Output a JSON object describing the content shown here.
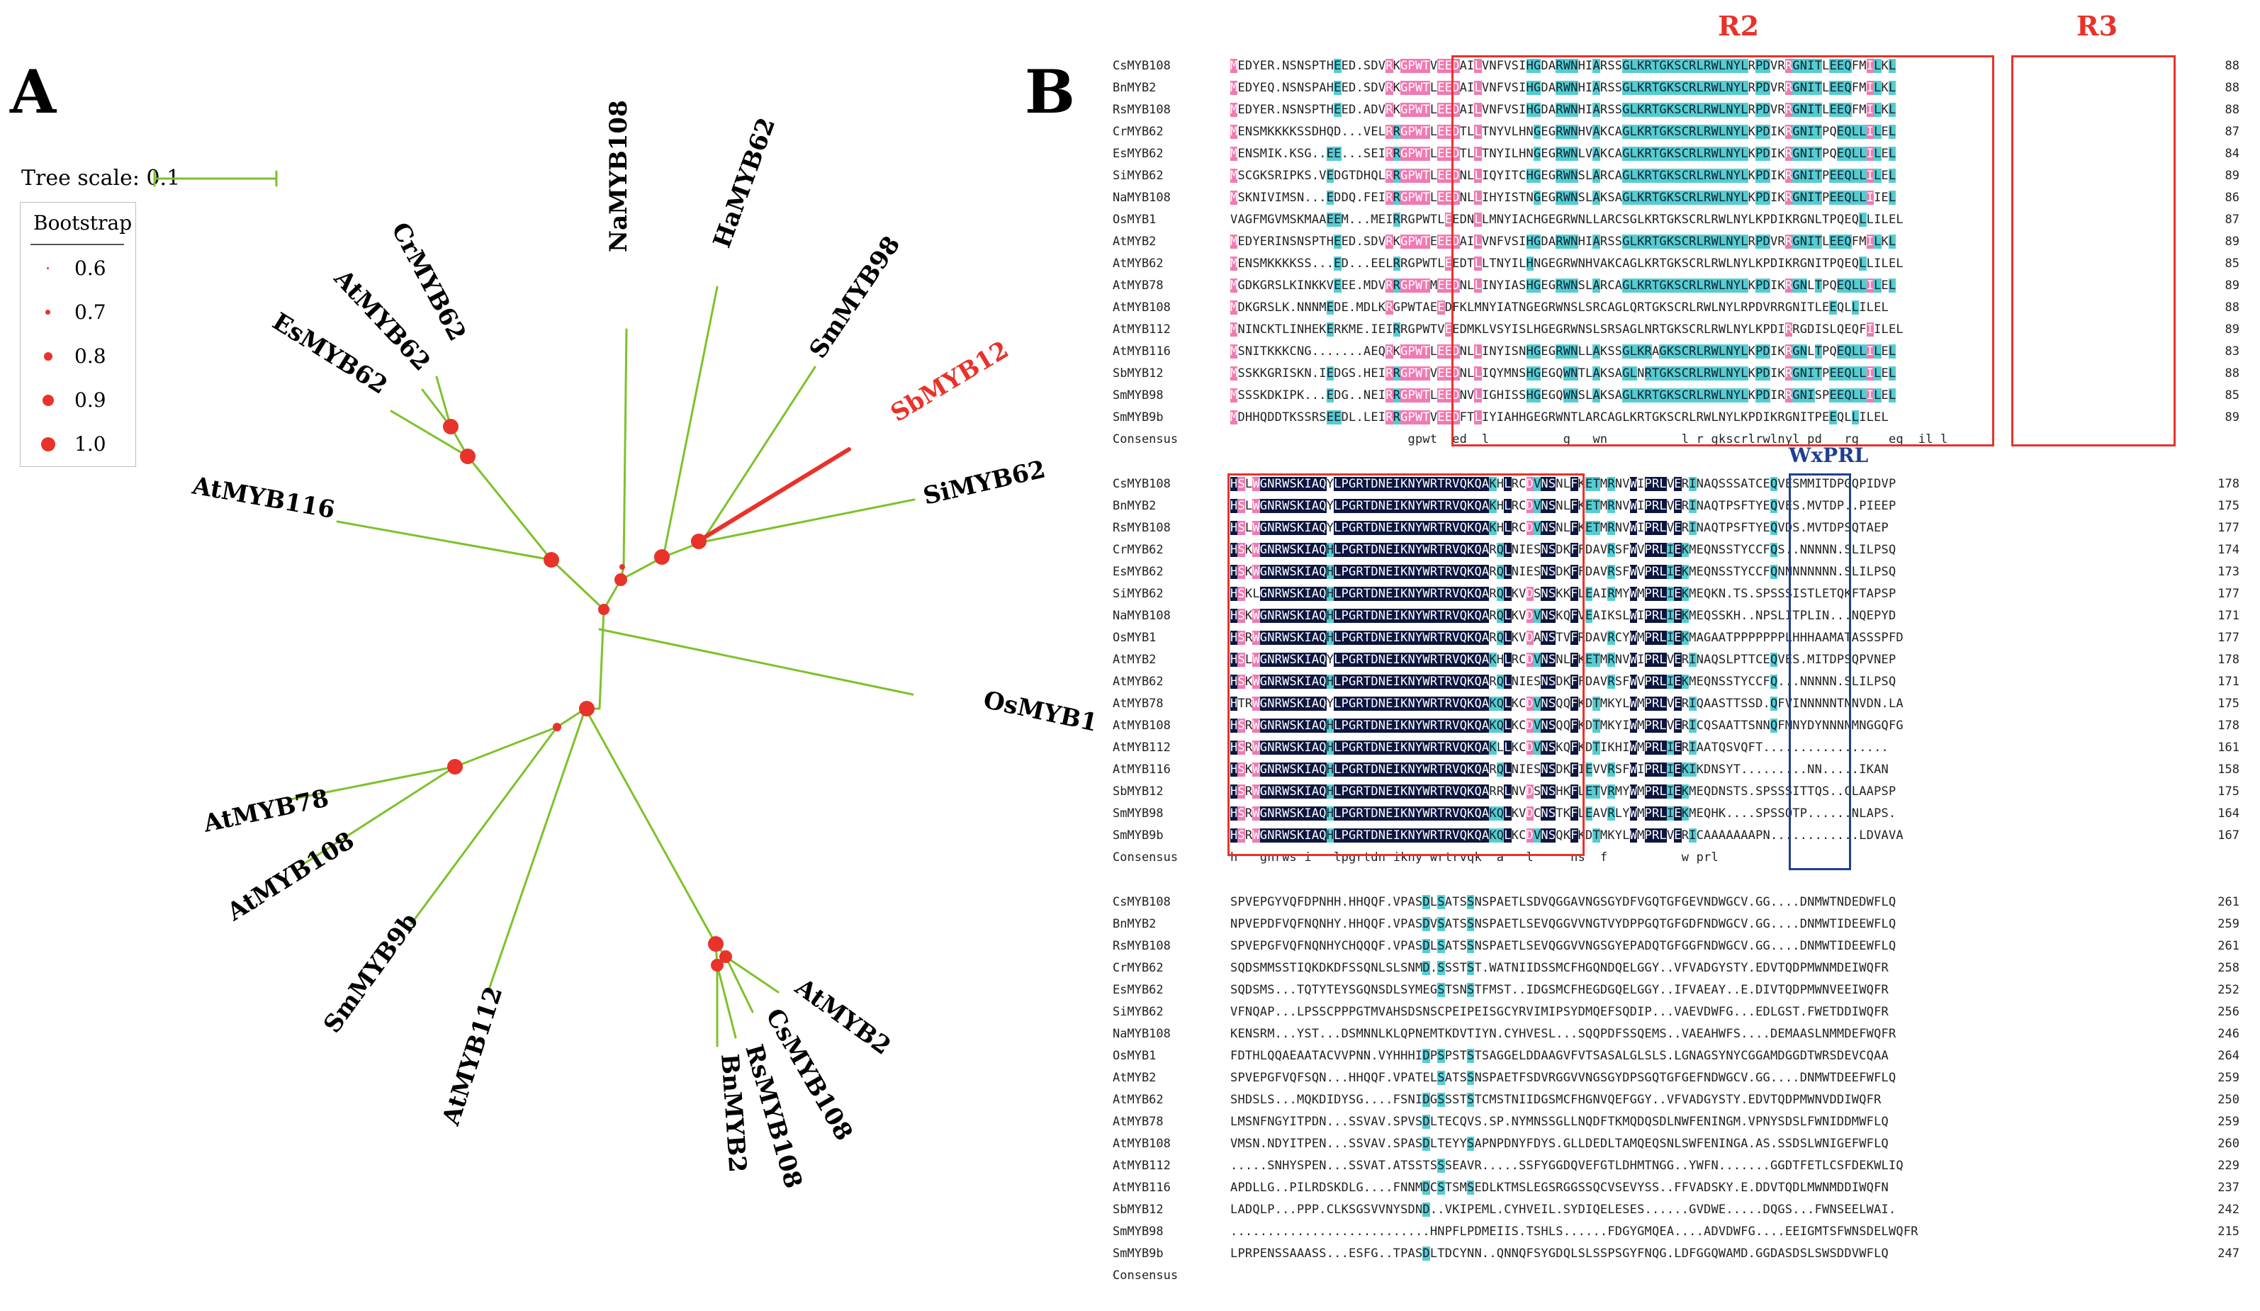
{
  "panel_a": {
    "letter": "A",
    "tree_scale_label": "Tree scale: 0.1",
    "bootstrap": {
      "title": "Bootstrap",
      "levels": [
        "0.6",
        "0.7",
        "0.8",
        "0.9",
        "1.0"
      ]
    },
    "leaves": [
      "NaMYB108",
      "HaMYB62",
      "SmMYB98",
      "SbMYB12",
      "SiMYB62",
      "CrMYB62",
      "AtMYB62",
      "EsMYB62",
      "AtMYB116",
      "OsMYB1",
      "AtMYB78",
      "AtMYB108",
      "SmMYB9b",
      "AtMYB112",
      "AtMYB2",
      "CsMYB108",
      "RsMYB108",
      "BnMYB2"
    ],
    "highlighted_leaf": "SbMYB12",
    "colors": {
      "branch": "#7dc22a",
      "highlight": "#e8322a",
      "node": "#e8322a"
    }
  },
  "panel_b": {
    "letter": "B",
    "region_labels": [
      "R2",
      "R3"
    ],
    "motif_label": "WxPRL",
    "consensus_label": "Consensus",
    "colors": {
      "identical": "#0d1640",
      "high": "#f07ab2",
      "partial": "#55cdd0",
      "frame": "#e8322a",
      "motif_frame": "#1f3f8f"
    },
    "blocks": [
      {
        "rows": [
          {
            "name": "CsMYB108",
            "seq": "MEDYER.NSNSPTHEED.SDVRKGPWTVEEDAILVNFVSIHGDARWNHIARSSGLKRTGKSCRLRWLNYLRPDVRRGNITLEEQFMILKL",
            "num": "88"
          },
          {
            "name": "BnMYB2",
            "seq": "MEDYEQ.NSNSPAHEED.SDVRKGPWTLEEDAILVNFVSIHGDARWNHIARSSGLKRTGKSCRLRWLNYLRPDVRRGNITLEEQFMILKL",
            "num": "88"
          },
          {
            "name": "RsMYB108",
            "seq": "MEDYER.NSNSPTHEED.ADVRKGPWTLEEDAILVNFVSIHGDARWNHIARSSGLKRTGKSCRLRWLNYLRPDVRRGNITLEEQFMILKL",
            "num": "88"
          },
          {
            "name": "CrMYB62",
            "seq": "MENSMKKKKSSDHQD...VELRRGPWTLEEDTLLTNYVLHNGEGRWNHVAKCAGLKRTGKSCRLRWLNYLKPDIKRGNITPQEQLLILEL",
            "num": "87"
          },
          {
            "name": "EsMYB62",
            "seq": "MENSMIK.KSG..EE...SEIRRGPWTLEEDTLLTNYILHNGEGRWNLVAKCAGLKRTGKSCRLRWLNYLKPDIKRGNITPQEQLLILEL",
            "num": "84"
          },
          {
            "name": "SiMYB62",
            "seq": "MSCGKSRIPKS.VEDGTDHQLRRGPWTLEEDNLLIQYITCHGEGRWNSLARCAGLKRTGKSCRLRWLNYLKPDIKRGNITPEEQLLILEL",
            "num": "89"
          },
          {
            "name": "NaMYB108",
            "seq": "MSKNIVIMSN...EDDQ.FEIRRGPWTLEEDNLLIHYISTNGEGRWNSLAKSAGLKRTGKSCRLRWLNYLKPDIKRGNITPEEQLLIIEL",
            "num": "86"
          },
          {
            "name": "OsMYB1",
            "seq": "VAGFMGVMSKMAAEEM...MEIRRGPWTLEEDNLLMNYIACHGEGRWNLLARCSGLKRTGKSCRLRWLNYLKPDIKRGNLTPQEQLLILEL",
            "num": "87"
          },
          {
            "name": "AtMYB2",
            "seq": "MEDYERINSNSPTHEED.SDVRKGPWTEEEDAILVNFVSIHGDARWNHIARSSGLKRTGKSCRLRWLNYLRPDVRRGNITLEEQFMILKL",
            "num": "89"
          },
          {
            "name": "AtMYB62",
            "seq": "MENSMKKKKSS...ED...EELRRGPWTLEEDTLLTNYILHNGEGRWNHVAKCAGLKRTGKSCRLRWLNYLKPDIKRGNITPQEQLLILEL",
            "num": "85"
          },
          {
            "name": "AtMYB78",
            "seq": "MGDKGRSLKINKKVEEE.MDVRRGPWTMEEDNLLINYIASHGEGRWNSLARCAGLKRTGKSCRLRWLNYLKPDIKRGNLTPQEQLLILEL",
            "num": "89"
          },
          {
            "name": "AtMYB108",
            "seq": "MDKGRSLK.NNNMEDE.MDLKRGPWTAEEDFKLMNYIATNGEGRWNSLSRCAGLQRTGKSCRLRWLNYLRPDVRRGNITLEEQLLILEL",
            "num": "88"
          },
          {
            "name": "AtMYB112",
            "seq": "MNINCKTLINHEKERKME.IEIRRGPWTVEEDMKLVSYISLHGEGRWNSLSRSAGLNRTGKSCRLRWLNYLKPDIRRGDISLQEQFIILEL",
            "num": "89"
          },
          {
            "name": "AtMYB116",
            "seq": "MSNITKKKCNG.......AEQRKGPWTLEEDNLLINYISNHGEGRWNLLAKSSGLKRAGKSCRLRWLNYLKPDIKRGNLTPQEQLLILEL",
            "num": "83"
          },
          {
            "name": "SbMYB12",
            "seq": "MSSKKGRISKN.IEDGS.HEIRRGPWTVEEDNLLIQYMNSHGEGQWNTLAKSAGLNRTGKSCRLRWLNYLKPDIKRGNITPEEQLLILEL",
            "num": "88"
          },
          {
            "name": "SmMYB98",
            "seq": "MSSSKDKIPK...EDG..NEIRRGPWTLEEDNVLIGHISSHGEGQWNSLAKSAGLKRTGKSCRLRWLNYLKPDIRRGNISPEEQLLILEL",
            "num": "85"
          },
          {
            "name": "SmMYB9b",
            "seq": "MDHHQDDTKSSRSEEDL.LEIRRGPWTVEEDFTLIYIAHHGEGRWNTLARCAGLKRTGKSCRLRWLNYLKPDIKRGNITPEEQLLILEL",
            "num": "89"
          },
          {
            "name": "Consensus",
            "seq": "                        gpwt  ed  l          g   wn          l r gkscrlrwlnyl pd   rg    eq  il l",
            "num": ""
          }
        ]
      },
      {
        "rows": [
          {
            "name": "CsMYB108",
            "seq": "HSLWGNRWSKIAQYLPGRTDNEIKNYWRTRVQKQAKHLRCDVNSNLFKETMRNVWIPRLVERINAQSSSATCEQVESMMITDPGQPIDVP",
            "num": "178"
          },
          {
            "name": "BnMYB2",
            "seq": "HSLWGNRWSKIAQYLPGRTDNEIKNYWRTRVQKQAKHLRCDVNSNLFKETMRNVWIPRLVERINAQTPSFTYEQVES.MVTDP..PIEEP",
            "num": "175"
          },
          {
            "name": "RsMYB108",
            "seq": "HSLWGNRWSKIAQYLPGRTDNEIKNYWRTRVQKQAKHLRCDVNSNLFKETMRNVWIPRLVERINAQTPSFTYEQVDS.MVTDPSQTAEP",
            "num": "177"
          },
          {
            "name": "CrMYB62",
            "seq": "HSKWGNRWSKIAQHLPGRTDNEIKNYWRTRVQKQARQLNIESNSDKFFDAVRSFWVPRLIEKMEQNSSTYCCFQS..NNNNN.SLILPSQ",
            "num": "174"
          },
          {
            "name": "EsMYB62",
            "seq": "HSKWGNRWSKIAQHLPGRTDNEIKNYWRTRVQKQARQLNIESNSDKFFDAVRSFWVPRLIEKMEQNSSTYCCFQNNNNNNNN.SLILPSQ",
            "num": "173"
          },
          {
            "name": "SiMYB62",
            "seq": "HSKLGNRWSKIAQHLPGRTDNEIKNYWRTRVQKQARQLKVDSNSKKFLEAIRMYWMPRLIEKMEQKN.TS.SPSSSISTLETQKFTAPSP",
            "num": "177"
          },
          {
            "name": "NaMYB108",
            "seq": "HSKWGNRWSKIAQHLPGRTDNEIKNYWRTRVQKQARQLKVDVNSKQFVEAIKSLWIPRLIEKMEQSSKH..NPSLITPLIN...NQEPYD",
            "num": "171"
          },
          {
            "name": "OsMYB1",
            "seq": "HSRWGNRWSKIAQHLPGRTDNEIKNYWRTRVQKQARQLKVDANSTVFRDAVRCYWMPRLIEKMAGAATPPPPPPPLHHHAAMATASSSPFD",
            "num": "177"
          },
          {
            "name": "AtMYB2",
            "seq": "HSLWGNRWSKIAQYLPGRTDNEIKNYWRTRVQKQAKHLRCDVNSNLFKETMRNVWIPRLVERINAQSLPTTCEQVES.MITDPSQPVNEP",
            "num": "178"
          },
          {
            "name": "AtMYB62",
            "seq": "HSKWGNRWSKIAQHLPGRTDNEIKNYWRTRVQKQARQLNIESNSDKFFDAVRSFWVPRLIEKMEQNSSTYCCFQ...NNNNN.SLILPSQ",
            "num": "171"
          },
          {
            "name": "AtMYB78",
            "seq": "HTRWGNRWSKIAQYLPGRTDNEIKNYWRTRVQKQAKQLKCDVNSQQFKDTMKYLWMPRLVERIQAASTTSSD.QFVINNNNNTNNVDN.LA",
            "num": "175"
          },
          {
            "name": "AtMYB108",
            "seq": "HSRWGNRWSKIAQHLPGRTDNEIKNYWRTRVQKQAKQLKCDVNSQQFKDTMKYIWMPRLVERICQSAATTSNNQFMNYDYNNNNMNGGQFG",
            "num": "178"
          },
          {
            "name": "AtMYB112",
            "seq": "HSRWGNRWSKIAQHLPGRTDNEIKNYWRTRVQKQAKLLKCDVNSKQFKDTIKHIWMPRLIERIAATQSVQFT.................",
            "num": "161"
          },
          {
            "name": "AtMYB116",
            "seq": "HSKWGNRWSKIAQHLPGRTDNEIKNYWRTRVQKQARQLNIESNSDKFIEVVRSFWIPRLIEKIKDNSYT.........NN.....IKAN",
            "num": "158"
          },
          {
            "name": "SbMYB12",
            "seq": "HSRWGNRWSKIAQHLPGRTDNEIKNYWRTRVQKQARRLNVDSNSHKFLETVRMYWMPRLIEKMEQDNSTS.SPSSSITTQS..CLAAPSP",
            "num": "175"
          },
          {
            "name": "SmMYB98",
            "seq": "HSRWGNRWSKIAQHLPGRTDNEIKNYWRTRVQKQAKQLKVDCNSTKFLEAVRLYWMPRLIEKMEQHK....SPSSQTP......NLAPS.",
            "num": "164"
          },
          {
            "name": "SmMYB9b",
            "seq": "HSRWGNRWSKIAQHLPGRTDNEIKNYWRTRVQKQAKQLKCDVNSQKFKDTMKYLWMPRLVERICAAAAAAAPN............LDVAVA",
            "num": "167"
          },
          {
            "name": "Consensus",
            "seq": "h   gnrws i   lpgrtdn ikny wrtrvqk  a   l     ns  f          w prl",
            "num": ""
          }
        ]
      },
      {
        "rows": [
          {
            "name": "CsMYB108",
            "seq": "SPVEPGYVQFDPNHH.HHQQF.VPASDLSATSSNSPAETLSDVQGGAVNGSGYDFVGQTGFGEVNDWGCV.GG....DNMWTNDEDWFLQ",
            "num": "261"
          },
          {
            "name": "BnMYB2",
            "seq": "NPVEPDFVQFNQNHY.HHQQF.VPASDVSATSSNSPAETLSEVQGGVVNGTVYDPPGQTGFGDFNDWGCV.GG....DNMWTIDEEWFLQ",
            "num": "259"
          },
          {
            "name": "RsMYB108",
            "seq": "SPVEPGFVQFNQNHYCHQQQF.VPASDLSATSSNSPAETLSEVQGGVVNGSGYEPADQTGFGGFNDWGCV.GG....DNMWTIDEEWFLQ",
            "num": "261"
          },
          {
            "name": "CrMYB62",
            "seq": "SQDSMMSSTIQKDKDFSSQNLSLSNMD.SSSTST.WATNIIDSSMCFHGQNDQELGGY..VFVADGYSTY.EDVTQDPMWNMDEIWQFR",
            "num": "258"
          },
          {
            "name": "EsMYB62",
            "seq": "SQDSMS...TQTYTEYSGQNSDLSYMEGSTSNSTFMST..IDGSMCFHEGDGQELGGY..IFVAEAY..E.DIVTQDPMWNVEEIWQFR",
            "num": "252"
          },
          {
            "name": "SiMYB62",
            "seq": "VFNQAP...LPSSCPPPGTMVAHSDSNSCPEIPEISGCYRVIMIPSYDMQEFSQDIP...VAEVDWFG...EDLGST.FWETDDIWQFR",
            "num": "256"
          },
          {
            "name": "NaMYB108",
            "seq": "KENSRM...YST...DSMNNLKLQPNEMTKDVTIYN.CYHVESL...SQQPDFSSQEMS..VAEAHWFS....DEMAASLNMMDEFWQFR",
            "num": "246"
          },
          {
            "name": "OsMYB1",
            "seq": "FDTHLQQAEAATACVVPNN.VYHHHIDPSPSTSTSAGGELDDAAGVFVTSASALGLSLS.LGNAGSYNYCGGAMDGGDTWRSDEVCQAA",
            "num": "264"
          },
          {
            "name": "AtMYB2",
            "seq": "SPVEPGFVQFSQN...HHQQF.VPATELSATSSNSPAETFSDVRGGVVNGSGYDPSGQTGFGEFNDWGCV.GG....DNMWTDEEFWFLQ",
            "num": "259"
          },
          {
            "name": "AtMYB62",
            "seq": "SHDSLS...MQKDIDYSG....FSNIDGSSSTSTCMSTNIIDGSMCFHGNVQEFGGY..VFVADGYSTY.EDVTQDPMWNVDDIWQFR",
            "num": "250"
          },
          {
            "name": "AtMYB78",
            "seq": "LMSNFNGYITPDN...SSVAV.SPVSDLTECQVS.SP.NYMNSSGLLNQDFTKMQDQSDLNWFENINGM.VPNYSDSLFWNIDDMWFLQ",
            "num": "259"
          },
          {
            "name": "AtMYB108",
            "seq": "VMSN.NDYITPEN...SSVAV.SPASDLTEYYSAPNPDNYFDYS.GLLDEDLTAMQEQSNLSWFENINGA.AS.SSDSLWNIGEFWFLQ",
            "num": "260"
          },
          {
            "name": "AtMYB112",
            "seq": ".....SNHYSPEN...SSVAT.ATSSTSSSEAVR.....SSFYGGDQVEFGTLDHMTNGG..YWFN.......GGDTFETLCSFDEKWLIQ",
            "num": "229"
          },
          {
            "name": "AtMYB116",
            "seq": "APDLLG..PILRDSKDLG....FNNMDCSTSMSEDLKTMSLEGSRGGSSQCVSEVYSS..FFVADSKY.E.DDVTQDLMWNMDDIWQFN",
            "num": "237"
          },
          {
            "name": "SbMYB12",
            "seq": "LADQLP...PPP.CLKSGSVVNYSDND..VKIPEML.CYHVEIL.SYDIQELESES......GVDWE.....DQGS...FWNSEELWAI.",
            "num": "242"
          },
          {
            "name": "SmMYB98",
            "seq": "...........................HNPFLPDMEIIS.TSHLS......FDGYGMQEA....ADVDWFG....EEIGMTSFWNSDELWQFR",
            "num": "215"
          },
          {
            "name": "SmMYB9b",
            "seq": "LPRPENSSAAASS...ESFG..TPASDLTDCYNN..QNNQFSYGDQLSLSSPSGYFNQG.LDFGGQWAMD.GGDASDSLSWSDDVWFLQ",
            "num": "247"
          },
          {
            "name": "Consensus",
            "seq": "",
            "num": ""
          }
        ]
      }
    ]
  }
}
